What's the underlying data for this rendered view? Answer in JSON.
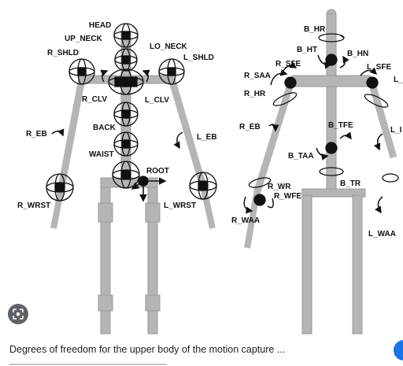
{
  "caption": "Degrees of freedom for the upper body of the motion capture ...",
  "icons": {
    "lens": "lens-search-icon",
    "fab": "blue-action-icon"
  },
  "colors": {
    "skeleton": "#b5b5b5",
    "joint": "#111111",
    "fab": "#1a73e8",
    "lens_bg": "#5f6368"
  },
  "labels_left": {
    "head": "HEAD",
    "up_neck": "UP_NECK",
    "lo_neck": "LO_NECK",
    "r_shld": "R_SHLD",
    "l_shld": "L_SHLD",
    "r_clv": "R_CLV",
    "l_clv": "L_CLV",
    "back": "BACK",
    "waist": "WAIST",
    "root": "ROOT",
    "r_eb": "R_EB",
    "l_eb": "L_EB",
    "r_wrst": "R_WRST",
    "l_wrst": "L_WRST"
  },
  "labels_right": {
    "b_hr": "B_HR",
    "b_ht": "B_HT",
    "b_hn": "B_HN",
    "r_sfe": "R_SFE",
    "l_sfe": "L_SFE",
    "r_saa": "R_SAA",
    "r_hr": "R_HR",
    "r_eb": "R_EB",
    "b_tfe": "B_TFE",
    "b_taa": "B_TAA",
    "b_tr": "B_TR",
    "r_wr": "R_WR",
    "r_wfe": "R_WFE",
    "r_waa": "R_WAA",
    "l_waa": "L_WAA",
    "l_cut1": "L_",
    "l_cut2": "L_I"
  }
}
